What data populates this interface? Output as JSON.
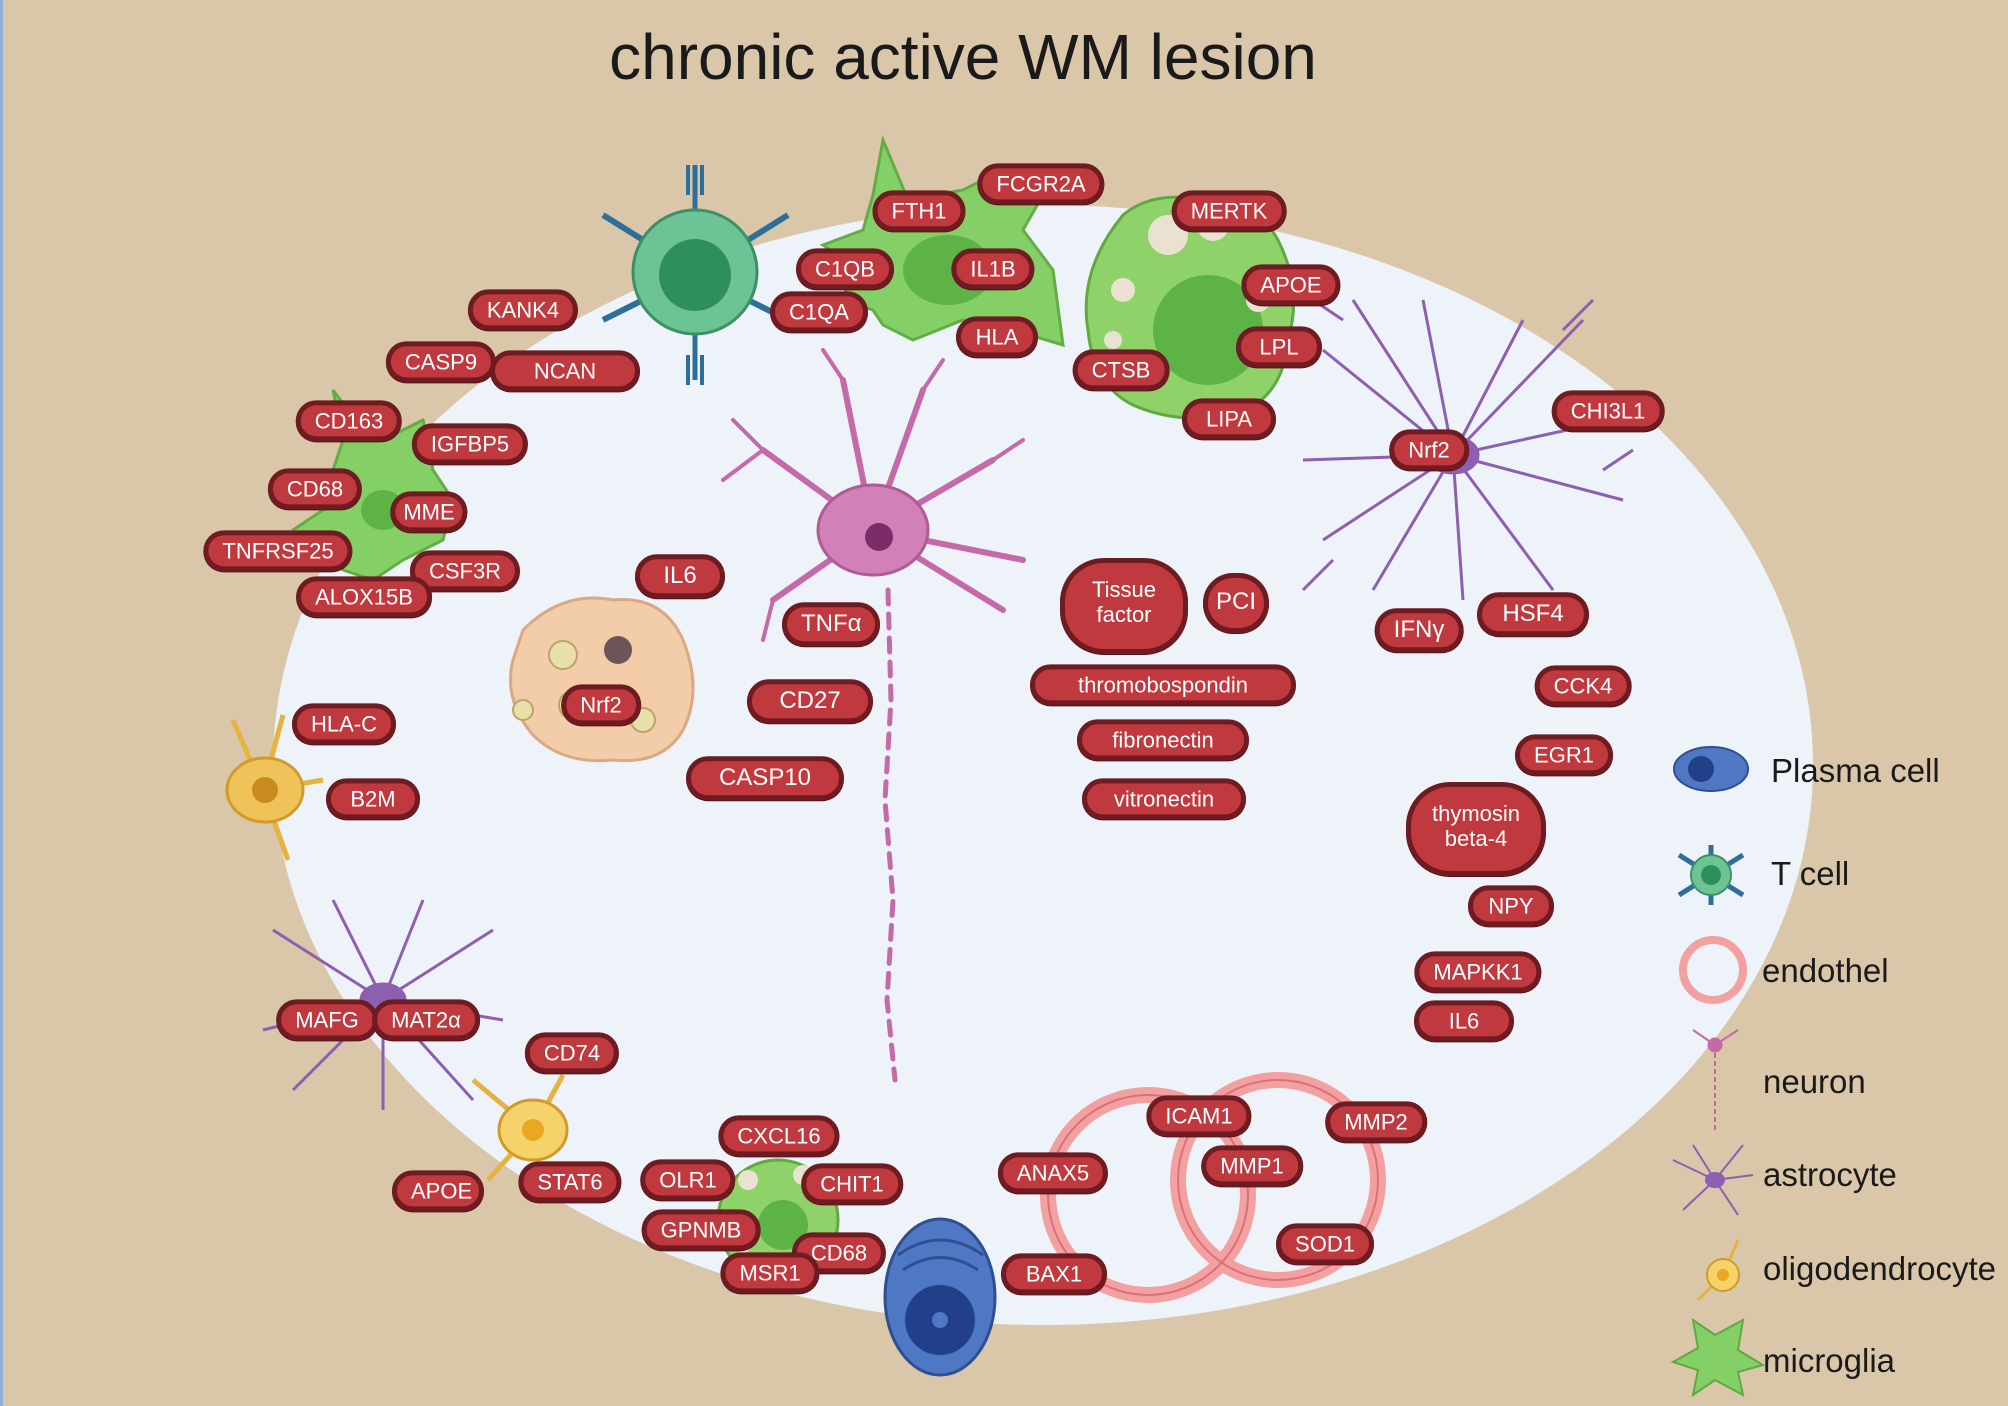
{
  "title": "chronic active WM lesion",
  "labels": {
    "kank4": "KANK4",
    "casp9": "CASP9",
    "ncan": "NCAN",
    "cd163": "CD163",
    "igfbp5": "IGFBP5",
    "cd68_a": "CD68",
    "mme": "MME",
    "tnfrsf25": "TNFRSF25",
    "csf3r": "CSF3R",
    "alox15b": "ALOX15B",
    "fth1": "FTH1",
    "fcgr2a": "FCGR2A",
    "c1qb": "C1QB",
    "il1b": "IL1B",
    "c1qa": "C1QA",
    "hla": "HLA",
    "mertk": "MERTK",
    "apoe_a": "APOE",
    "lpl": "LPL",
    "ctsb": "CTSB",
    "lipa": "LIPA",
    "chi3l1": "CHI3L1",
    "nrf2_a": "Nrf2",
    "ifng": "IFNγ",
    "hsf4": "HSF4",
    "il6_a": "IL6",
    "tnfa": "TNFα",
    "cd27": "CD27",
    "casp10": "CASP10",
    "nrf2_b": "Nrf2",
    "tissue_factor": "Tissue factor",
    "pci": "PCI",
    "thrombospondin": "thromobospondin",
    "fibronectin": "fibronectin",
    "vitronectin": "vitronectin",
    "cck4": "CCK4",
    "egr1": "EGR1",
    "thymosin": "thymosin beta-4",
    "npy": "NPY",
    "mapkk1": "MAPKK1",
    "il6_b": "IL6",
    "hla_c": "HLA-C",
    "b2m": "B2M",
    "mafg": "MAFG",
    "mat2a": "MAT2α",
    "cd74": "CD74",
    "apoe_b": "APOE",
    "stat6": "STAT6",
    "cxcl16": "CXCL16",
    "olr1": "OLR1",
    "chit1": "CHIT1",
    "gpnmb": "GPNMB",
    "cd68_b": "CD68",
    "msr1": "MSR1",
    "anax5": "ANAX5",
    "icam1": "ICAM1",
    "mmp2": "MMP2",
    "mmp1": "MMP1",
    "sod1": "SOD1",
    "bax1": "BAX1"
  },
  "legend": {
    "plasma_cell": "Plasma cell",
    "t_cell": "T cell",
    "endothel": "endothel",
    "neuron": "neuron",
    "astrocyte": "astrocyte",
    "oligodendrocyte": "oligodendrocyte",
    "microglia": "microglia"
  },
  "colors": {
    "background": "#dac7aa",
    "lesion": "#eef2f9",
    "label_fill": "#c0393f",
    "label_border": "#6f1b22",
    "microglia": "#7fcf5e",
    "astrocyte": "#8c5fb0",
    "neuron": "#c46aa8",
    "oligodendrocyte": "#e6b240",
    "t_cell": "#4fb07a",
    "plasma_cell": "#4266b2",
    "endothel": "#e8868a",
    "macrophage": "#f0c7a8"
  }
}
